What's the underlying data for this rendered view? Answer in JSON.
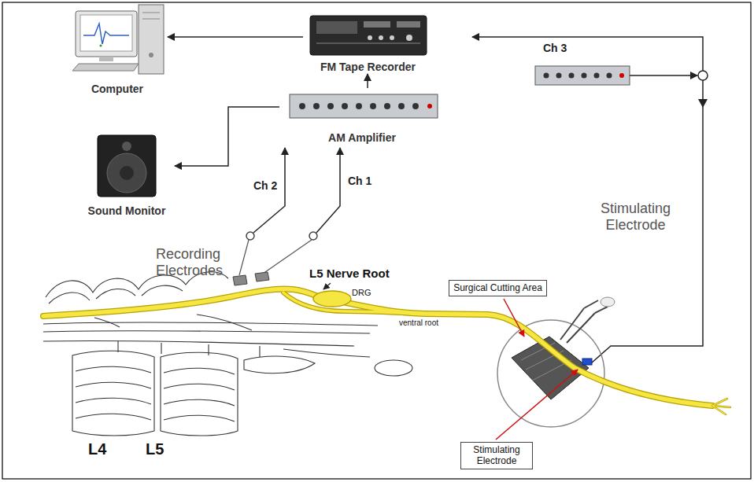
{
  "diagram": {
    "nodes": [
      {
        "text": [
          "Computer"
        ]
      },
      {
        "text": [
          "FM Tape Recorder"
        ]
      },
      {
        "text": [
          "AM Amplifier"
        ]
      },
      {
        "text": [
          "Sound Monitor"
        ]
      },
      {
        "text": [
          "Surgical Cutting Area"
        ]
      },
      {
        "text": [
          "Stimulating Electrode"
        ]
      }
    ],
    "edges": [
      {
        "from": 1,
        "to": 0,
        "arrow": "to"
      },
      {
        "from": 2,
        "to": 1,
        "arrow": "to"
      },
      {
        "from": 2,
        "to": 3,
        "arrow": "to"
      }
    ],
    "labels": [
      "Ch 3",
      "Ch 2",
      "Ch 1",
      "Stimulating Electrode",
      "Recording Electrodes",
      "L5 Nerve Root",
      "DRG",
      "ventral root",
      "L4",
      "L5"
    ]
  }
}
